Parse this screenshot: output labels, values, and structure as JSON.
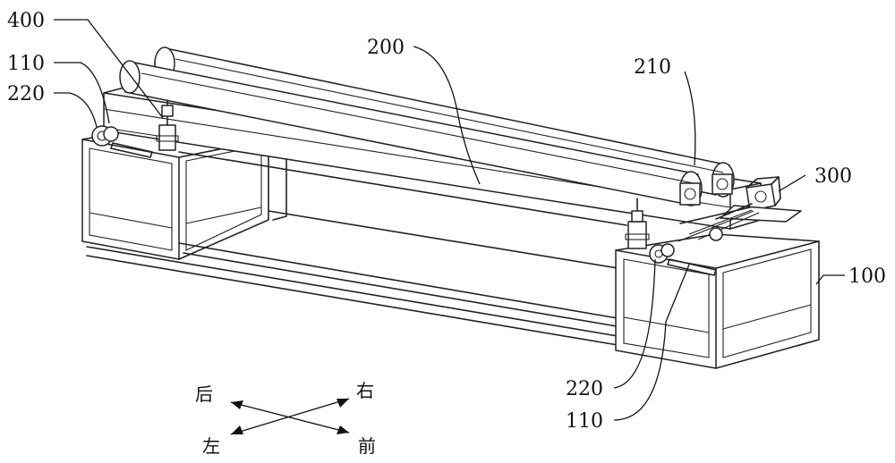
{
  "labels": {
    "frame": "100",
    "wheel_upper_left": "110",
    "wheel_lower_right": "110",
    "roller": "200",
    "roller_end": "210",
    "motor": "300",
    "bracket": "400",
    "guide_upper_left": "220",
    "guide_lower_right": "220"
  },
  "directions": {
    "back": "后",
    "right": "右",
    "left": "左",
    "front": "前"
  }
}
